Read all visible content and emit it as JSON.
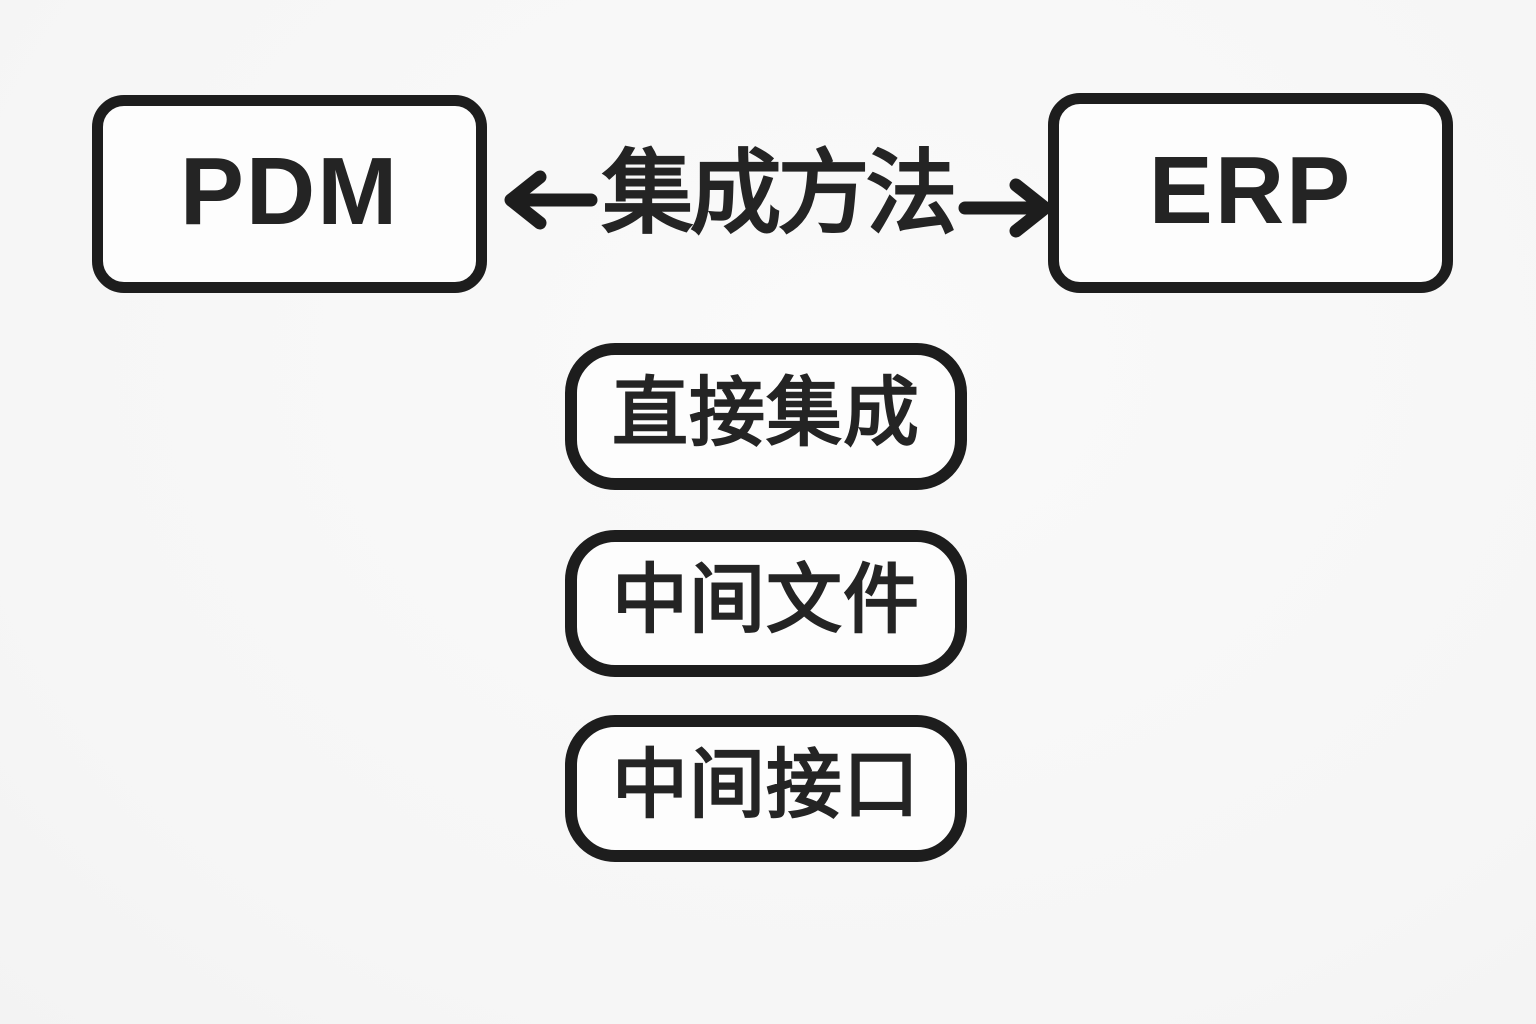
{
  "colors": {
    "background": "#f7f7f7",
    "ink": "#1d1d1d",
    "box_fill": "#fdfdfd"
  },
  "nodes": {
    "pdm": {
      "label": "PDM"
    },
    "erp": {
      "label": "ERP"
    }
  },
  "relation": {
    "label": "集成方法",
    "left_icon": "left-arrow-icon",
    "right_icon": "right-arrow-icon"
  },
  "methods": [
    {
      "label": "直接集成"
    },
    {
      "label": "中间文件"
    },
    {
      "label": "中间接口"
    }
  ]
}
